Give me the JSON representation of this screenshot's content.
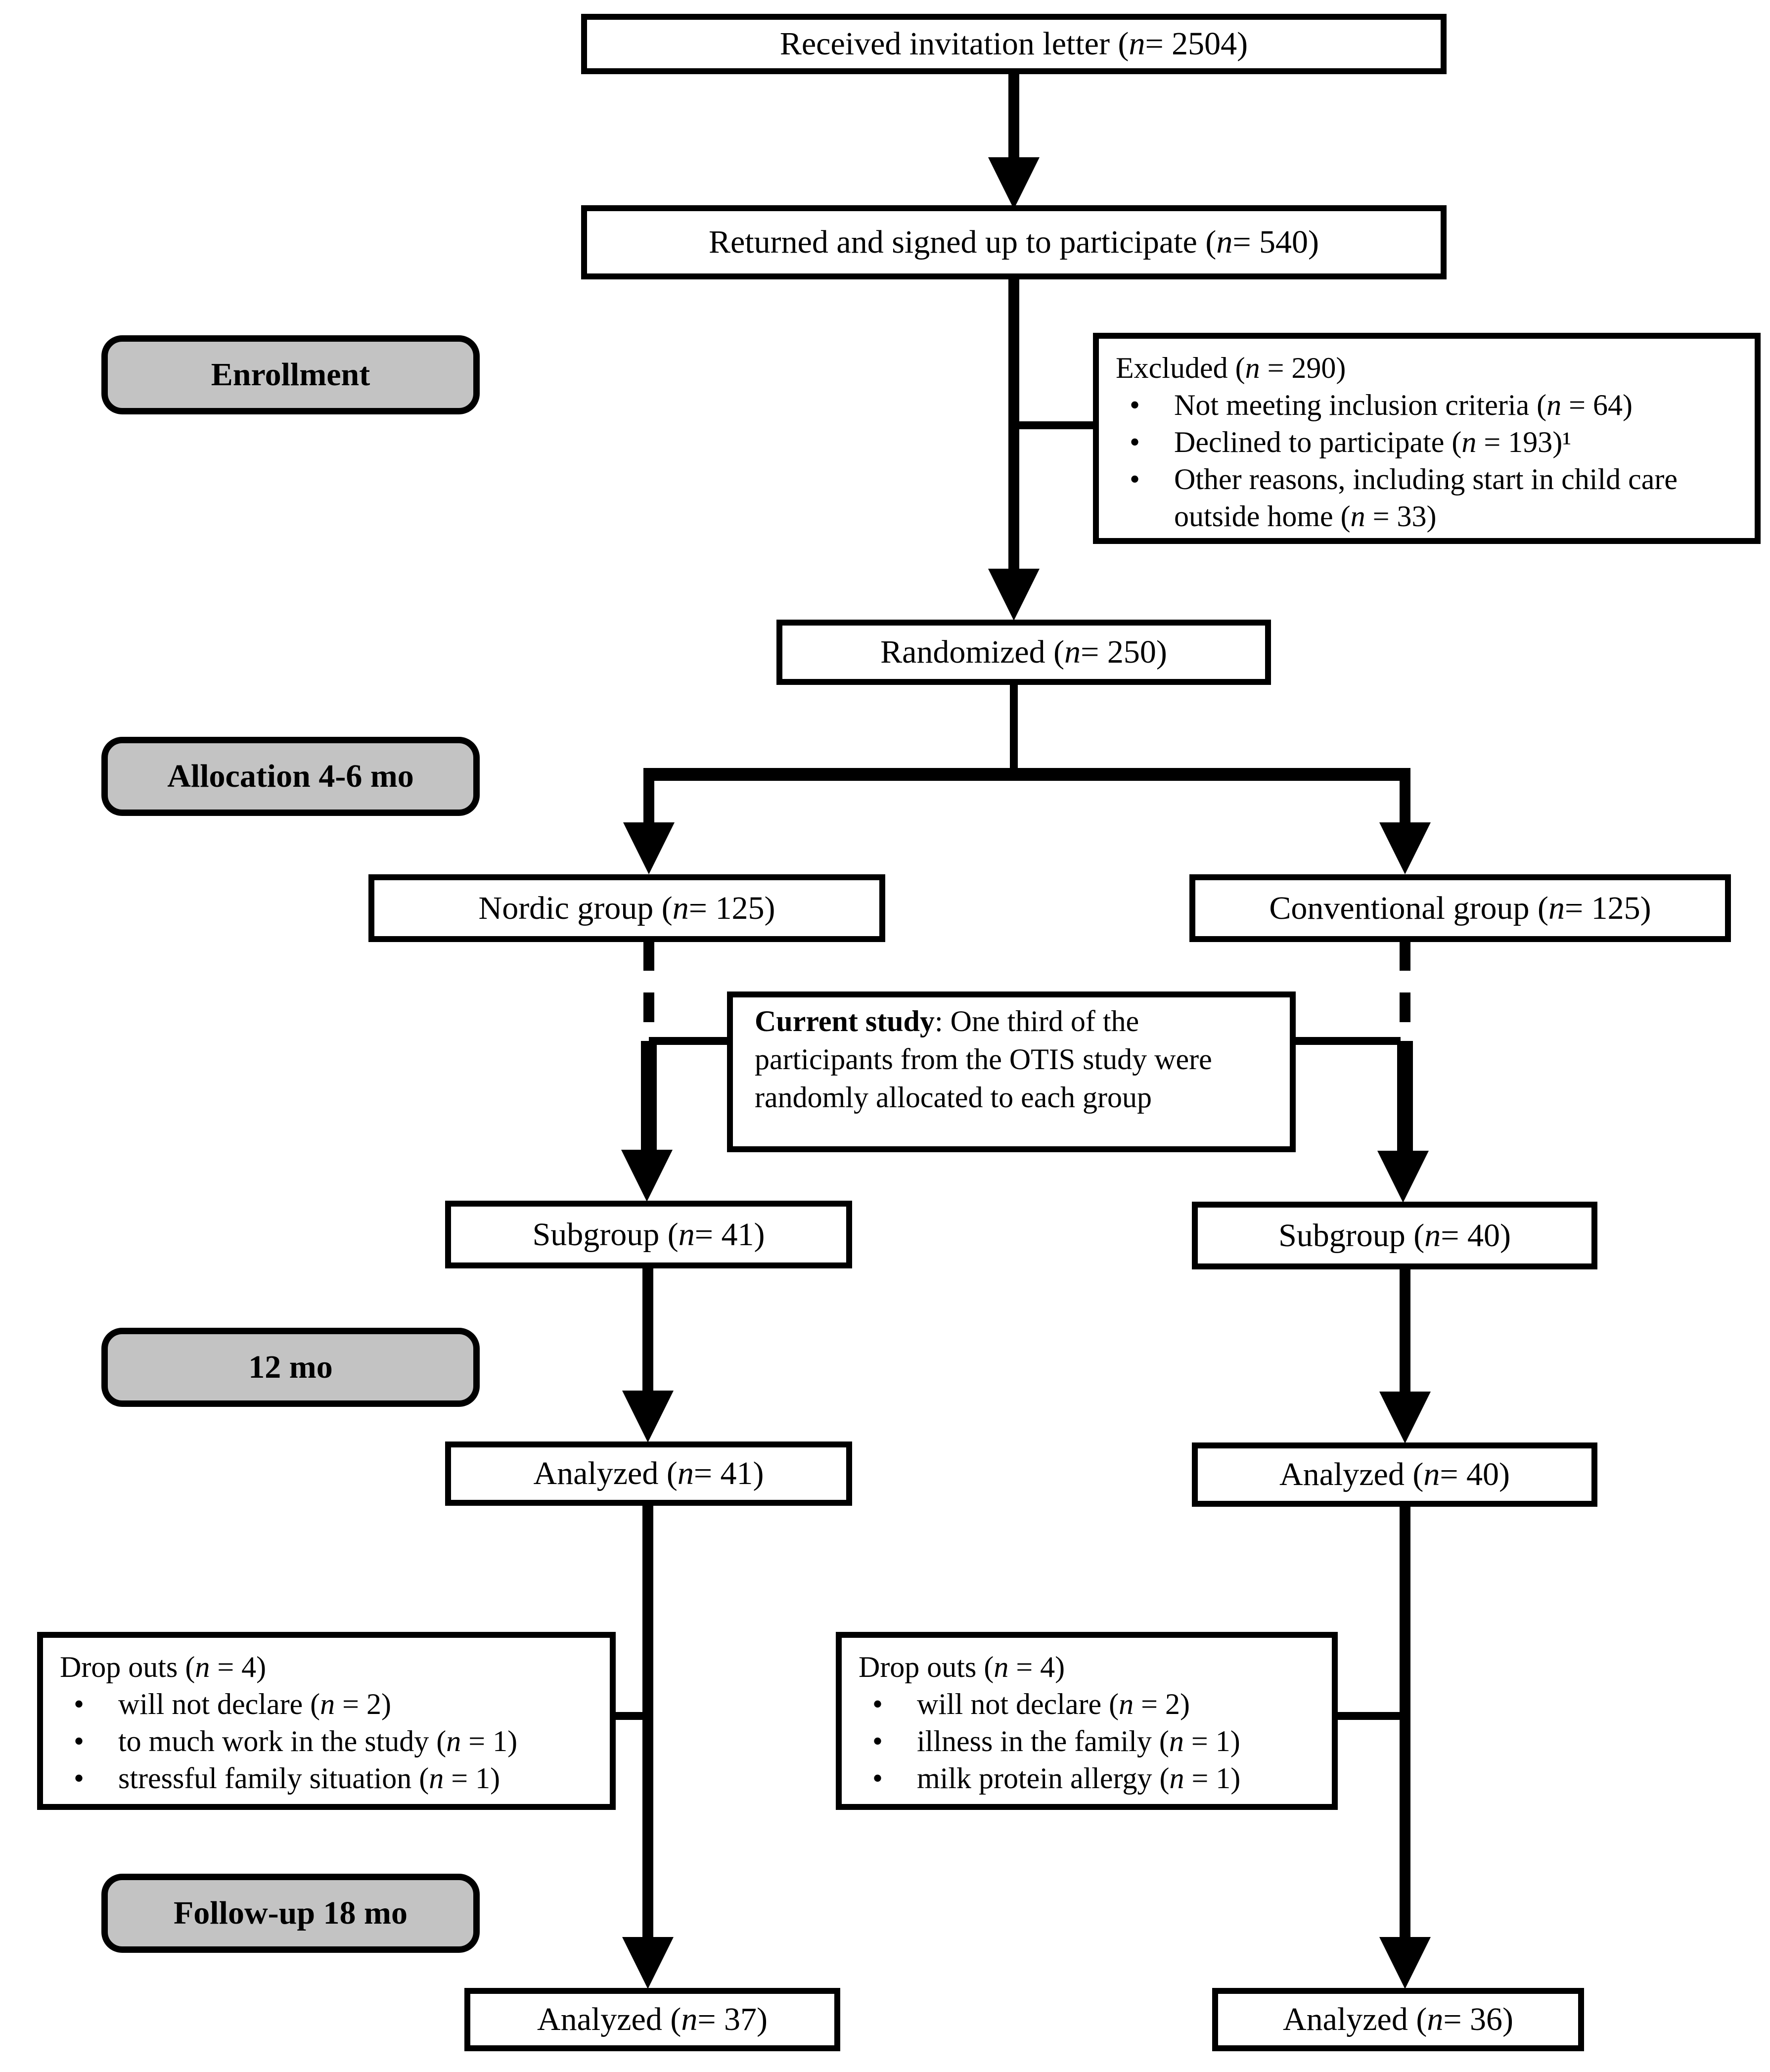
{
  "stage_labels": {
    "enrollment": "Enrollment",
    "allocation": "Allocation 4-6 mo",
    "twelve_mo": "12 mo",
    "followup": "Follow-up 18 mo"
  },
  "boxes": {
    "received": "Received invitation letter (n = 2504)",
    "returned": "Returned and signed up to participate (n = 540)",
    "randomized": "Randomized (n = 250)",
    "nordic": "Nordic group (n = 125)",
    "conventional": "Conventional group (n = 125)",
    "subgroup_nordic": "Subgroup (n = 41)",
    "subgroup_conventional": "Subgroup (n = 40)",
    "analyzed_12mo_nordic": "Analyzed (n = 41)",
    "analyzed_12mo_conventional": "Analyzed (n = 40)",
    "analyzed_18mo_nordic": "Analyzed (n = 37)",
    "analyzed_18mo_conventional": "Analyzed (n = 36)"
  },
  "excluded": {
    "title": "Excluded (n = 290)",
    "items": [
      "Not meeting inclusion criteria (n = 64)",
      "Declined to participate (n = 193)¹",
      "Other reasons, including start in child care outside home (n = 33)"
    ]
  },
  "current_study": {
    "bold": "Current study",
    "rest": ": One third of the participants from the OTIS study were randomly allocated to each group"
  },
  "dropouts_nordic": {
    "title": "Drop outs (n = 4)",
    "items": [
      "will not declare (n = 2)",
      "to much work in the study (n = 1)",
      "stressful family situation (n = 1)"
    ]
  },
  "dropouts_conventional": {
    "title": "Drop outs (n = 4)",
    "items": [
      "will not declare (n = 2)",
      "illness in the family (n = 1)",
      "milk protein allergy (n = 1)"
    ]
  },
  "colors": {
    "line": "#000000",
    "label_fill": "#c3c3c3",
    "box_bg": "#ffffff"
  }
}
